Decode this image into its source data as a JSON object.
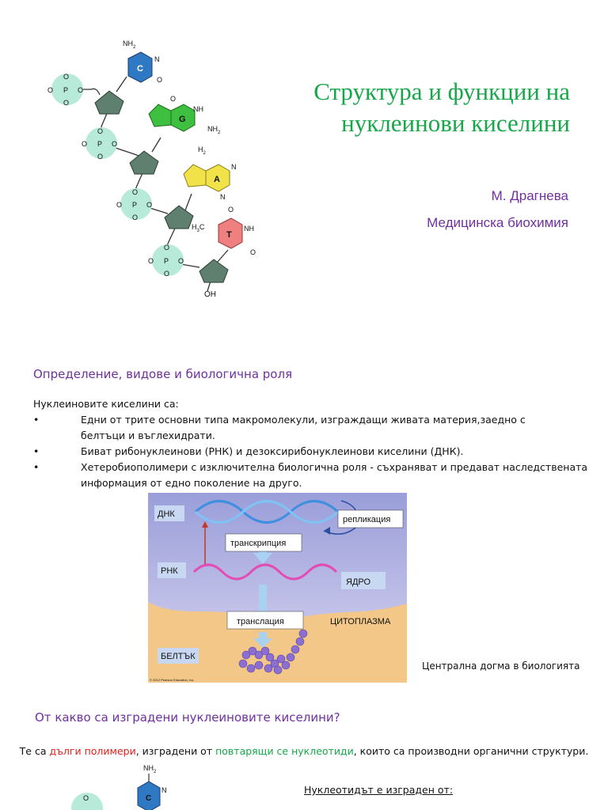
{
  "header": {
    "title_line1": "Структура и функции на",
    "title_line2": "нуклеинови киселини",
    "author": "М. Драгнева",
    "department": "Медицинска биохимия"
  },
  "structure": {
    "bases": [
      "C",
      "G",
      "A",
      "T"
    ],
    "nh2": "NH",
    "sub2": "2",
    "oh": "OH",
    "n": "N",
    "nh": "NH",
    "o": "O",
    "p": "P",
    "h3c": "H",
    "sub3": "3",
    "c": "C"
  },
  "section1": {
    "heading": "Определение, видове и биологична роля",
    "intro": "Нуклеиновите киселини са:",
    "bullet_char": "•",
    "bullets": [
      "Едни от трите основни типа макромолекули, изграждащи живата материя,заедно с",
      "белтъци и въглехидрати.",
      "Биват рибонуклеинови (РНК) и дезоксирибонуклеинови киселини (ДНК).",
      "Хетеробиополимери с изключителна биологична роля - съхраняват и предават наследствената",
      "информация от едно поколение на друго."
    ]
  },
  "dogma": {
    "dna": "ДНК",
    "replication": "репликация",
    "transcription": "транскрипция",
    "rna": "РНК",
    "nucleus": "ЯДРО",
    "translation": "транслация",
    "cytoplasm": "ЦИТОПЛАЗМА",
    "protein": "БЕЛТЪК",
    "copyright": "© 2012 Pearson Education, Inc.",
    "caption": "Централна догма в биологията"
  },
  "section2": {
    "heading": "От какво са изградени нуклеиновите киселини?",
    "s1": "Те са ",
    "s2": "дълги полимери",
    "s3": ", изградени от ",
    "s4": "повтарящи се нуклеотиди",
    "s5": ", които са производни органични структури.",
    "nucleotide_heading": "Нуклеотидът е изграден от:"
  },
  "colors": {
    "title": "#17a74a",
    "heading": "#7030a0",
    "cytosine": "#2f78c4",
    "guanine": "#3fbf3f",
    "adenine": "#f2e24a",
    "thymine": "#f08080",
    "phosphate": "#b7ead8",
    "sugar": "#5f7f6f"
  }
}
